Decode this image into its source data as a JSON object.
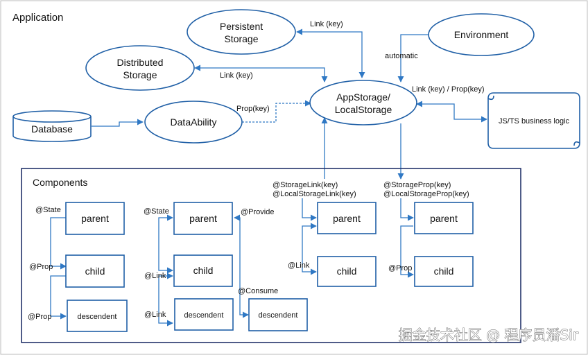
{
  "title": "Application",
  "components_title": "Components",
  "nodes": {
    "persistent_storage": [
      "Persistent",
      "Storage"
    ],
    "distributed_storage": [
      "Distributed",
      "Storage"
    ],
    "environment": "Environment",
    "appstorage": [
      "AppStorage/",
      "LocalStorage"
    ],
    "database": "Database",
    "dataability": "DataAbility",
    "jsts": "JS/TS business logic"
  },
  "edge_labels": {
    "link_key_persistent": "Link (key)",
    "link_key_distributed": "Link (key)",
    "automatic": "automatic",
    "prop_key": "Prop(key)",
    "link_prop_key": "Link (key) / Prop(key)",
    "storage_link": [
      "@StorageLink(key)",
      "@LocalStorageLink(key)"
    ],
    "storage_prop": [
      "@StorageProp(key)",
      "@LocalStorageProp(key)"
    ]
  },
  "groups": {
    "g1": {
      "parent": "parent",
      "child": "child",
      "descendent": "descendent",
      "state": "@State",
      "prop1": "@Prop",
      "prop2": "@Prop"
    },
    "g2": {
      "parent": "parent",
      "child": "child",
      "descendent": "descendent",
      "state": "@State",
      "link1": "@Link",
      "link2": "@Link",
      "provide": "@Provide",
      "consume": "@Consume",
      "descendent2": "descendent"
    },
    "g3": {
      "parent": "parent",
      "child": "child",
      "link": "@Link"
    },
    "g4": {
      "parent": "parent",
      "child": "child",
      "prop": "@Prop"
    }
  },
  "watermark": "掘金技术社区 @ 程序员潘Sir",
  "colors": {
    "stroke": "#1f5fa6",
    "line": "#2f78c4",
    "frame": "#23336b"
  }
}
